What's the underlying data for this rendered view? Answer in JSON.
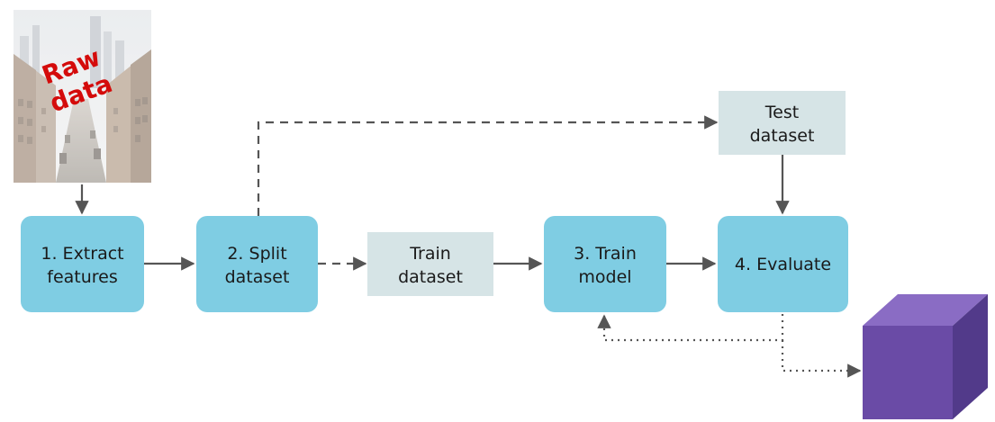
{
  "colors": {
    "step_fill": "#7fcde3",
    "dataset_fill": "#d6e4e6",
    "arrow": "#555555",
    "raw_label": "#d40b0b",
    "cube_front": "#6a4ba6",
    "cube_top": "#8a6cc4",
    "cube_side": "#523a8a"
  },
  "raw_data": {
    "label_line1": "Raw",
    "label_line2": "data",
    "icon": "city-street-photo"
  },
  "steps": {
    "extract": {
      "line1": "1. Extract",
      "line2": "features"
    },
    "split": {
      "line1": "2. Split",
      "line2": "dataset"
    },
    "train": {
      "line1": "3. Train",
      "line2": "model"
    },
    "evaluate": {
      "line1": "4. Evaluate"
    }
  },
  "datasets": {
    "train": {
      "line1": "Train",
      "line2": "dataset"
    },
    "test": {
      "line1": "Test",
      "line2": "dataset"
    }
  },
  "output": {
    "icon": "model-cube"
  }
}
